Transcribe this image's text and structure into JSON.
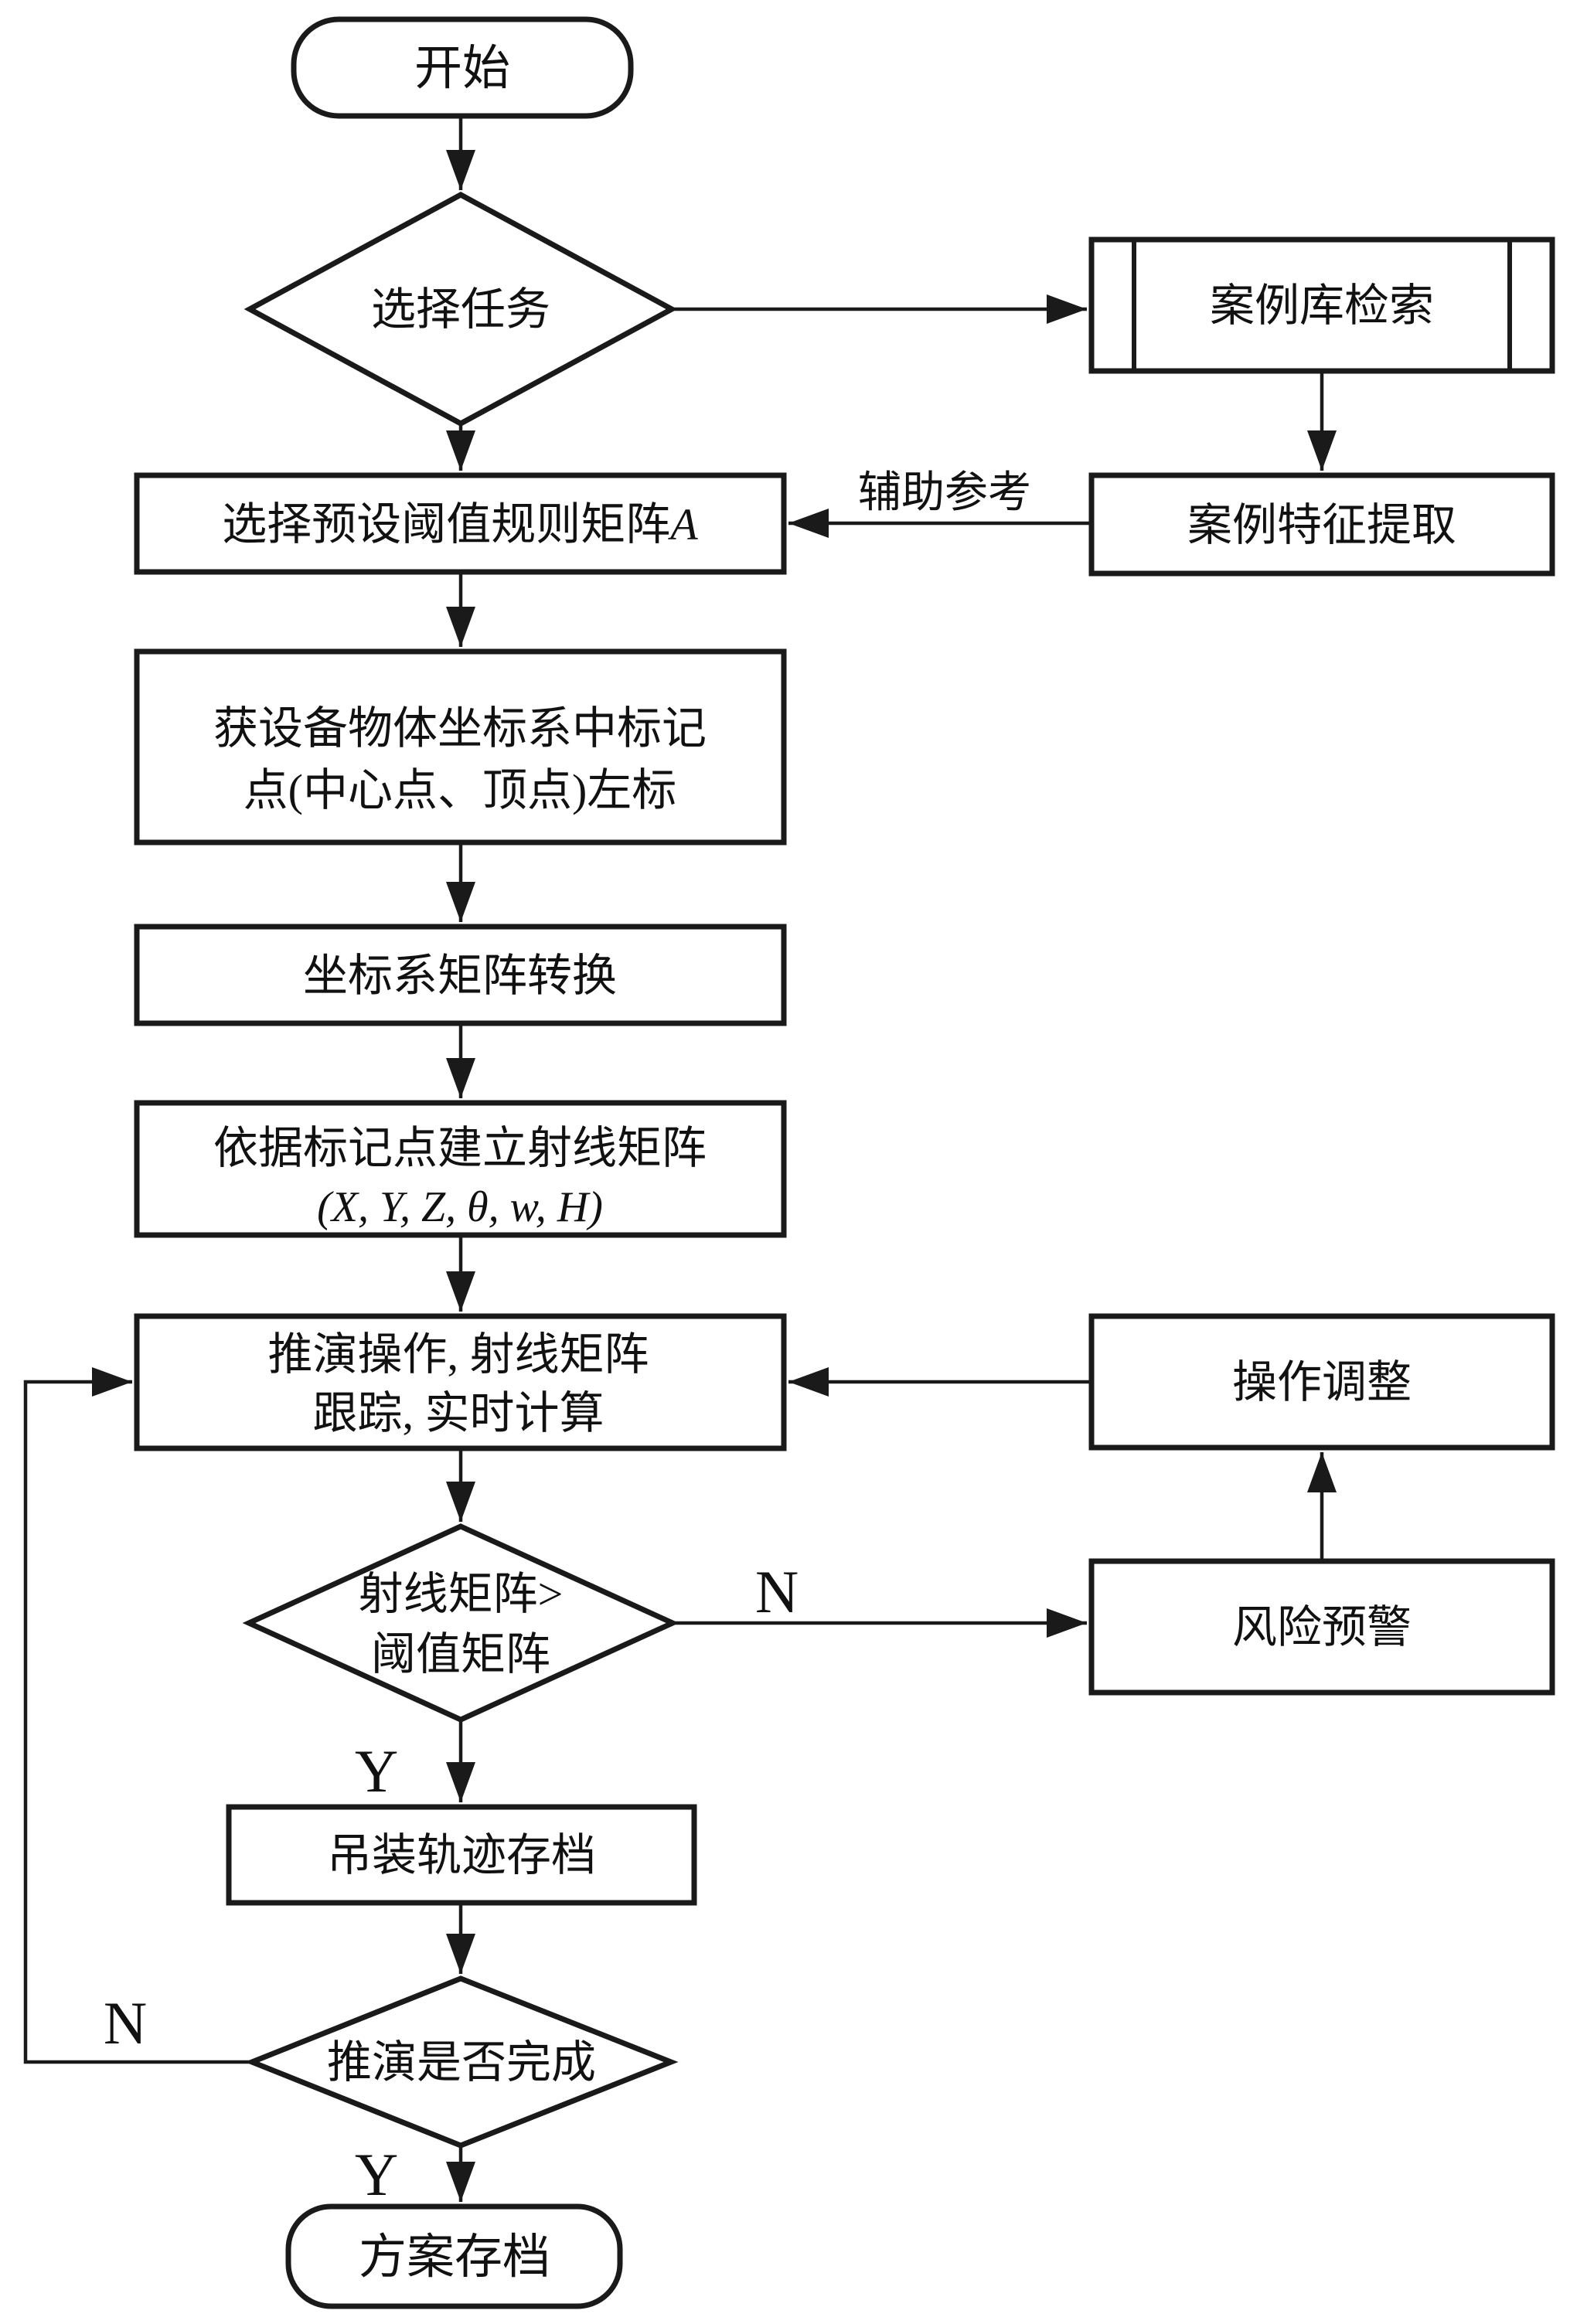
{
  "nodes": {
    "start": {
      "label": "开始",
      "type": "terminator"
    },
    "select_task": {
      "label": "选择任务",
      "type": "decision"
    },
    "case_retrieval": {
      "label": "案例库检索",
      "type": "predefined-process"
    },
    "preset_threshold": {
      "label_main": "选择预设阈值规则矩阵",
      "label_var": "A",
      "type": "process"
    },
    "case_feature": {
      "label": "案例特征提取",
      "type": "process"
    },
    "mark_points": {
      "line1": "获设备物体坐标系中标记",
      "line2": "点(中心点、顶点)左标",
      "type": "process"
    },
    "coord_transform": {
      "label": "坐标系矩阵转换",
      "type": "process"
    },
    "ray_matrix": {
      "line1": "依据标记点建立射线矩阵",
      "line2": "(X, Y, Z, θ, w, H)",
      "type": "process"
    },
    "simulate": {
      "line1": "推演操作, 射线矩阵",
      "line2": "跟踪, 实时计算",
      "type": "process"
    },
    "adjust": {
      "label": "操作调整",
      "type": "process"
    },
    "threshold_check": {
      "line1": "射线矩阵>",
      "line2": "阈值矩阵",
      "type": "decision"
    },
    "risk_warning": {
      "label": "风险预警",
      "type": "process"
    },
    "trajectory": {
      "label": "吊装轨迹存档",
      "type": "process"
    },
    "complete_check": {
      "label": "推演是否完成",
      "type": "decision"
    },
    "end": {
      "label": "方案存档",
      "type": "terminator"
    }
  },
  "edge_labels": {
    "aux_ref": "辅助参考",
    "threshold_no": "N",
    "threshold_yes": "Y",
    "complete_no": "N",
    "complete_yes": "Y"
  },
  "colors": {
    "stroke": "#1a1a1a",
    "background": "#ffffff",
    "text": "#111111"
  }
}
